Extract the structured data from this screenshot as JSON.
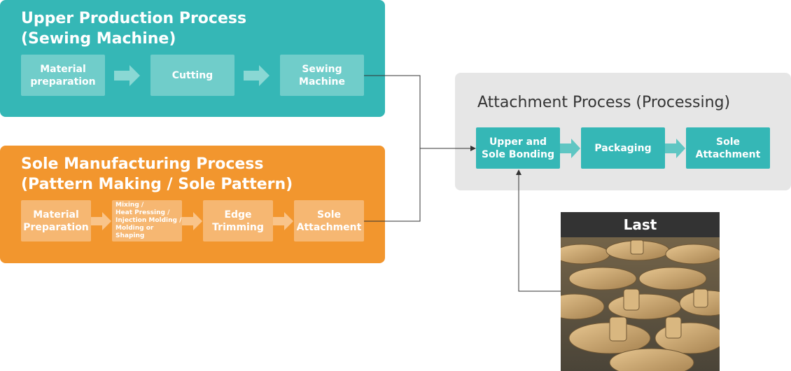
{
  "upper": {
    "title": "Upper Production Process\n(Sewing Machine)",
    "steps": [
      "Material\npreparation",
      "Cutting",
      "Sewing\nMachine"
    ]
  },
  "sole": {
    "title": "Sole Manufacturing Process\n(Pattern Making / Sole Pattern)",
    "steps": [
      "Material\nPreparation",
      "Mixing /\nHeat Pressing /\nInjection Molding /\nMolding or Shaping",
      "Edge\nTrimming",
      "Sole\nAttachment"
    ]
  },
  "attachment": {
    "title": "Attachment Process (Processing)",
    "steps": [
      "Upper and\nSole Bonding",
      "Packaging",
      "Sole\nAttachment"
    ]
  },
  "last": {
    "label": "Last"
  },
  "colors": {
    "teal": "#35b7b6",
    "orange": "#f2962e",
    "gray": "#e6e6e6"
  }
}
